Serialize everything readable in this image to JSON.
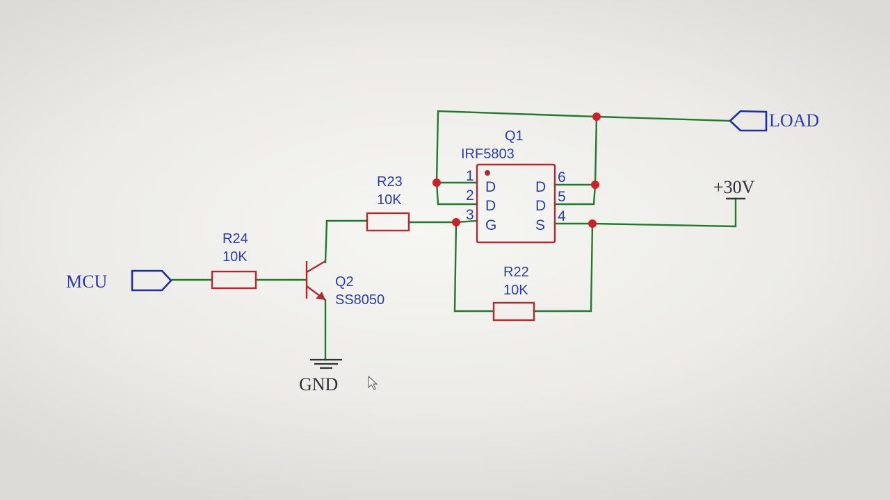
{
  "ports": {
    "mcu": "MCU",
    "load": "LOAD",
    "supply": "+30V",
    "ground": "GND"
  },
  "q1": {
    "ref": "Q1",
    "part": "IRF5803",
    "pins": [
      {
        "num": "1",
        "func": "D"
      },
      {
        "num": "2",
        "func": "D"
      },
      {
        "num": "3",
        "func": "G"
      },
      {
        "num": "6",
        "func": "D"
      },
      {
        "num": "5",
        "func": "D"
      },
      {
        "num": "4",
        "func": "S"
      }
    ]
  },
  "q2": {
    "ref": "Q2",
    "part": "SS8050"
  },
  "r22": {
    "ref": "R22",
    "value": "10K"
  },
  "r23": {
    "ref": "R23",
    "value": "10K"
  },
  "r24": {
    "ref": "R24",
    "value": "10K"
  },
  "colors": {
    "wire": "#1f7a2a",
    "component": "#b02a30",
    "port": "#1b2fa8",
    "junction": "#d01f26",
    "label": "#2a3cb0"
  }
}
